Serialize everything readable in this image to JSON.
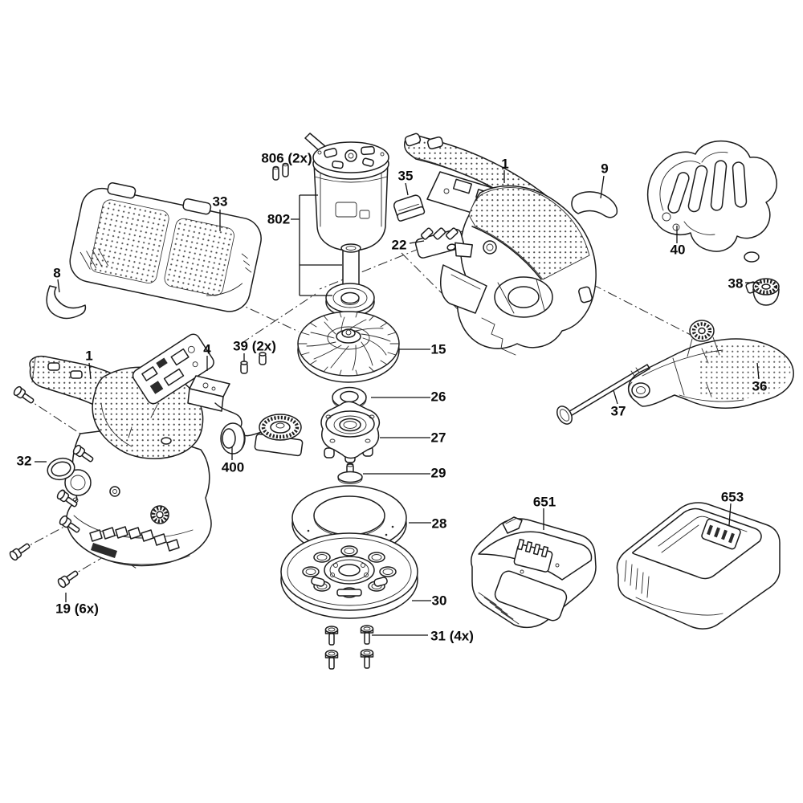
{
  "diagram": {
    "kind": "exploded-parts-diagram",
    "colors": {
      "background": "#ffffff",
      "line": "#1c1c1c",
      "label_text": "#0a0a0a",
      "texture_dot": "#474747"
    }
  },
  "labels": [
    {
      "id": "806",
      "text": "806 (2x)"
    },
    {
      "id": "802",
      "text": "802"
    },
    {
      "id": "35",
      "text": "35"
    },
    {
      "id": "22",
      "text": "22"
    },
    {
      "id": "1-top",
      "text": "1"
    },
    {
      "id": "9",
      "text": "9"
    },
    {
      "id": "40",
      "text": "40"
    },
    {
      "id": "38",
      "text": "38"
    },
    {
      "id": "36",
      "text": "36"
    },
    {
      "id": "37",
      "text": "37"
    },
    {
      "id": "33",
      "text": "33"
    },
    {
      "id": "8",
      "text": "8"
    },
    {
      "id": "1-left",
      "text": "1"
    },
    {
      "id": "4",
      "text": "4"
    },
    {
      "id": "39",
      "text": "39 (2x)"
    },
    {
      "id": "400",
      "text": "400"
    },
    {
      "id": "32",
      "text": "32"
    },
    {
      "id": "19",
      "text": "19 (6x)"
    },
    {
      "id": "15",
      "text": "15"
    },
    {
      "id": "26",
      "text": "26"
    },
    {
      "id": "27",
      "text": "27"
    },
    {
      "id": "29",
      "text": "29"
    },
    {
      "id": "28",
      "text": "28"
    },
    {
      "id": "30",
      "text": "30"
    },
    {
      "id": "31",
      "text": "31 (4x)"
    },
    {
      "id": "651",
      "text": "651"
    },
    {
      "id": "653",
      "text": "653"
    }
  ]
}
